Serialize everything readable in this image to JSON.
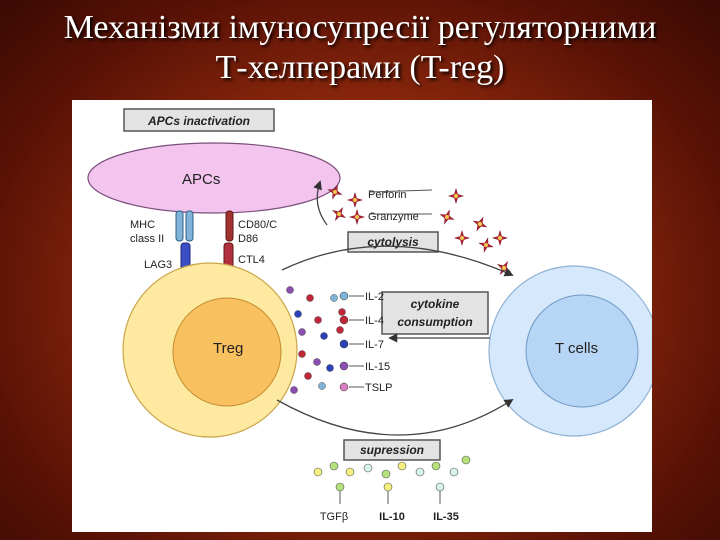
{
  "title": {
    "line1": "Механізми імуносупресії регуляторними",
    "line2": "Т-хелперами (T-reg)"
  },
  "diagram": {
    "apcs_inactivation": "APCs inactivation",
    "apcs": "APCs",
    "mhc": "MHC",
    "class_ii": "class II",
    "lag3": "LAG3",
    "cd80": "CD80/C",
    "d86": "D86",
    "ctl4": "CTL4",
    "treg": "Treg",
    "t_cells": "T cells",
    "perforin": "Perforin",
    "granzyme": "Granzyme",
    "cytolysis": "cytolysis",
    "cytokine": "cytokine",
    "consumption": "consumption",
    "il2": "IL-2",
    "il4": "IL-4",
    "il7": "IL-7",
    "il15": "IL-15",
    "tslp": "TSLP",
    "supression": "supression",
    "tgfb": "TGFβ",
    "il10": "IL-10",
    "il35": "IL-35"
  },
  "colors": {
    "apc_fill": "#f2c4ee",
    "treg_outer": "#fde9a0",
    "treg_inner": "#f9c060",
    "tcell_outer": "#d6e8fb",
    "tcell_inner": "#b7d6f6",
    "label_box": "#e3e3e3",
    "star_red": "#c0283a",
    "star_yellow": "#f2c94c"
  }
}
